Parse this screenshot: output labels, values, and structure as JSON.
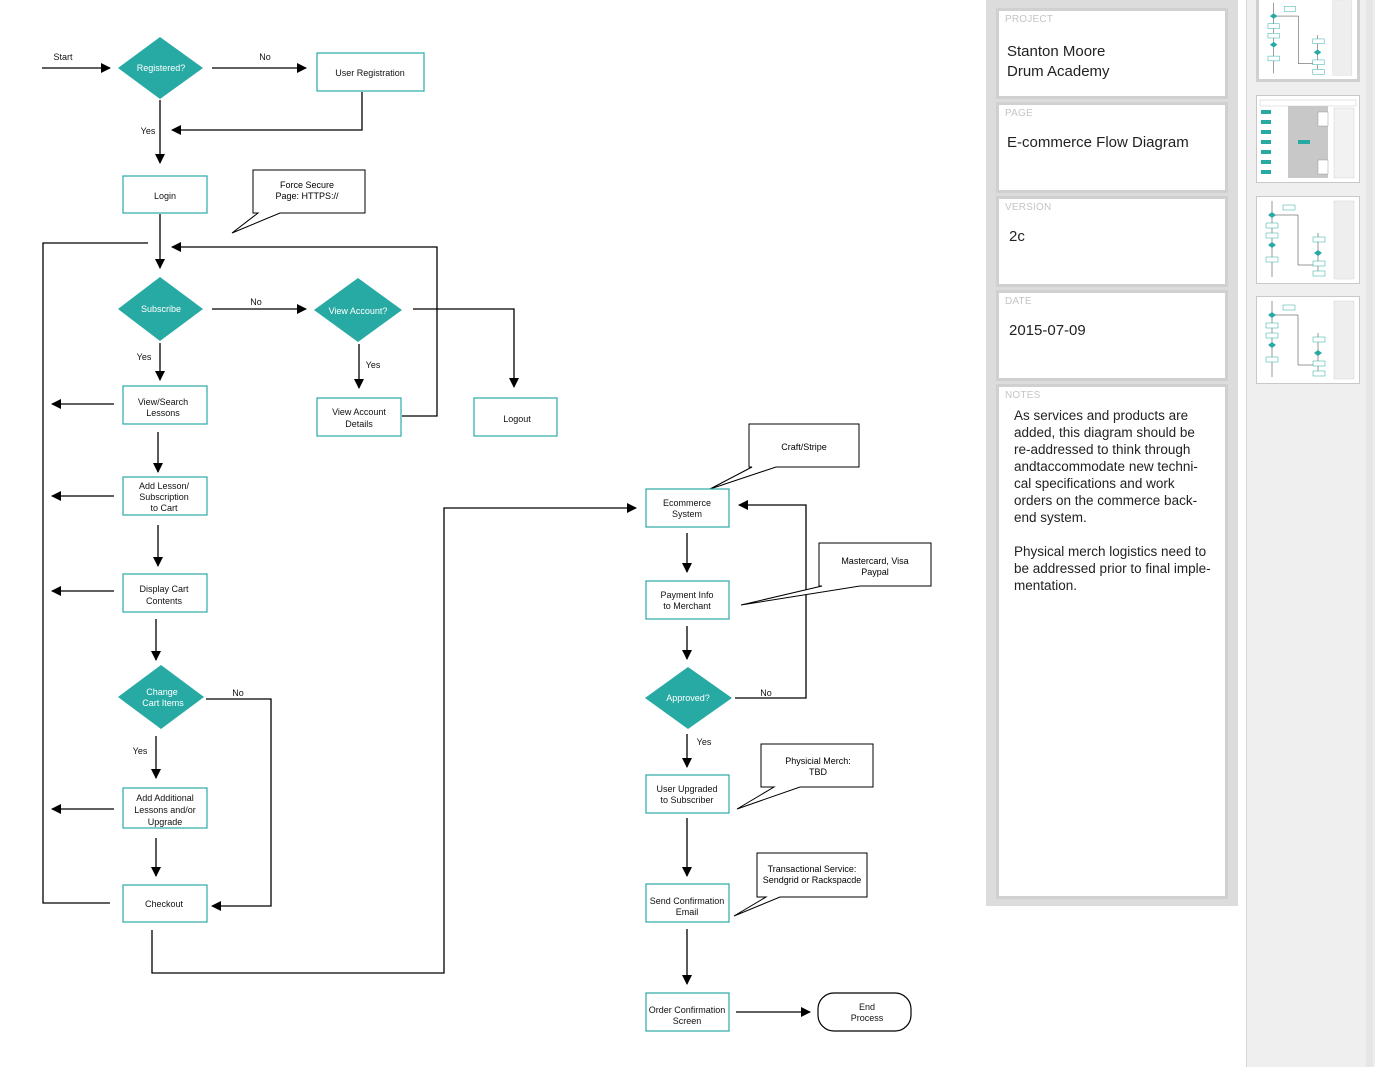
{
  "flowchart": {
    "labels": {
      "start": "Start",
      "registered": "Registered?",
      "no_registered": "No",
      "user_registration": "User Registration",
      "yes_registered": "Yes",
      "login": "Login",
      "force_secure": [
        "Force Secure",
        "Page: HTTPS://"
      ],
      "subscribe": "Subscribe",
      "no_subscribe": "No",
      "view_account_q": "View Account?",
      "yes_subscribe": "Yes",
      "yes_view_account": "Yes",
      "view_search": [
        "View/Search",
        "Lessons"
      ],
      "view_account_details": [
        "View Account",
        "Details"
      ],
      "logout": "Logout",
      "add_lesson": [
        "Add Lesson/",
        "Subscription",
        "to Cart"
      ],
      "display_cart": [
        "Display Cart",
        "Contents"
      ],
      "change_cart": [
        "Change",
        "Cart Items"
      ],
      "no_change": "No",
      "yes_change": "Yes",
      "add_additional": [
        "Add Additional",
        "Lessons and/or",
        "Upgrade"
      ],
      "checkout": "Checkout",
      "craft_stripe": "Craft/Stripe",
      "ecommerce_system": [
        "Ecommerce",
        "System"
      ],
      "mastercard": [
        "Mastercard, Visa",
        "Paypal"
      ],
      "payment_info": [
        "Payment Info",
        "to Merchant"
      ],
      "approved": "Approved?",
      "no_approved": "No",
      "yes_approved": "Yes",
      "user_upgraded": [
        "User Upgraded",
        "to Subscriber"
      ],
      "physical_merch": [
        "Physicial Merch:",
        "TBD"
      ],
      "send_confirmation": [
        "Send Confirmation",
        "Email"
      ],
      "transactional": [
        "Transactional Service:",
        "Sendgrid or Rackspacde"
      ],
      "order_confirmation": [
        "Order Confirmation",
        "Screen"
      ],
      "end_process": [
        "End",
        "Process"
      ]
    }
  },
  "colors": {
    "decision_fill": "#28aaa4",
    "process_border": "#2aa9a6",
    "line": "#000000"
  },
  "info_panel": {
    "project_label": "PROJECT",
    "project_value": "Stanton Moore\nDrum Academy",
    "page_label": "PAGE",
    "page_value": "E-commerce Flow Diagram",
    "version_label": "VERSION",
    "version_value": "2c",
    "date_label": "DATE",
    "date_value": "2015-07-09",
    "notes_label": "NOTES",
    "notes_value": "As services and products are added, this diagram should be re-addressed to think through andtaccommodate new techni-cal specifications and work orders on the commerce back-end system.\n\nPhysical merch logistics need to be addressed prior to final imple-mentation."
  },
  "thumbnails": [
    {
      "name": "page-1-flow",
      "selected": true
    },
    {
      "name": "page-2-table",
      "selected": false
    },
    {
      "name": "page-3-flow",
      "selected": false
    },
    {
      "name": "page-4-flow",
      "selected": false
    }
  ]
}
